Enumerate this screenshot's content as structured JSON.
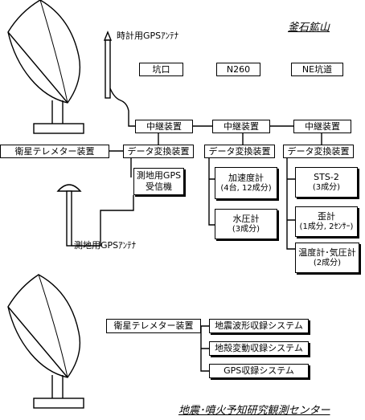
{
  "titles": {
    "site": "釜石鉱山",
    "center": "地震･噴火予知研究観測センター"
  },
  "antennas": {
    "clock_gps": "時計用GPSｱﾝﾃﾅ",
    "survey_gps": "測地用GPSｱﾝﾃﾅ"
  },
  "locations": [
    "坑口",
    "N260",
    "NE坑道"
  ],
  "relays": [
    "中継装置",
    "中継装置",
    "中継装置"
  ],
  "converters": [
    "データ変換装置",
    "データ変換装置",
    "データ変換装置"
  ],
  "telemeter_top": "衛星テレメター装置",
  "telemeter_bottom": "衛星テレメター装置",
  "gps_receiver": {
    "line1": "測地用GPS",
    "line2": "受信機"
  },
  "accelerometer": {
    "name": "加速度計",
    "detail": "(4台, 12成分)"
  },
  "water_pressure": {
    "name": "水圧計",
    "detail": "(3成分)"
  },
  "sts2": {
    "name": "STS-2",
    "detail": "(3成分)"
  },
  "strainmeter": {
    "name": "歪計",
    "detail": "(1成分, 2ｾﾝｻｰ)"
  },
  "thermo_baro": {
    "name": "温度計･気圧計",
    "detail": "(2成分)"
  },
  "recording_systems": [
    "地震波形収録システム",
    "地殻変動収録システム",
    "GPS収録システム"
  ]
}
